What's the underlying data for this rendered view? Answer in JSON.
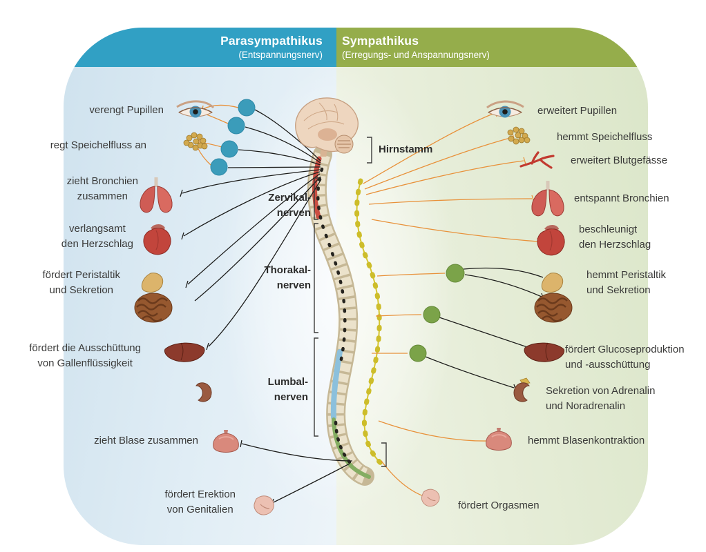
{
  "header": {
    "left": {
      "title": "Parasympathikus",
      "subtitle": "(Entspannungsnerv)"
    },
    "right": {
      "title": "Sympathikus",
      "subtitle": "(Erregungs- und Anspannungsnerv)"
    }
  },
  "left": {
    "items": [
      {
        "label": "verengt Pupillen",
        "icon": "eye-icon"
      },
      {
        "label": "regt Speichelfluss an",
        "icon": "salivary-gland-icon"
      },
      {
        "label": "zieht Bronchien\nzusammen",
        "icon": "lungs-icon"
      },
      {
        "label": "verlangsamt\nden Herzschlag",
        "icon": "heart-icon"
      },
      {
        "label": "fördert Peristaltik\nund Sekretion",
        "icon": "stomach-intestines-icon"
      },
      {
        "label": "fördert die Ausschüttung\nvon Gallenflüssigkeit",
        "icon": "liver-icon"
      },
      {
        "label": "zieht Blase zusammen",
        "icon": "bladder-icon"
      },
      {
        "label": "fördert Erektion\nvon Genitalien",
        "icon": "genitals-icon"
      }
    ]
  },
  "right": {
    "items": [
      {
        "label": "erweitert Pupillen",
        "icon": "eye-icon"
      },
      {
        "label": "hemmt Speichelfluss",
        "icon": "salivary-gland-icon"
      },
      {
        "label": "erweitert Blutgefässe",
        "icon": "blood-vessel-icon"
      },
      {
        "label": "entspannt Bronchien",
        "icon": "lungs-icon"
      },
      {
        "label": "beschleunigt\nden Herzschlag",
        "icon": "heart-icon"
      },
      {
        "label": "hemmt Peristaltik\nund Sekretion",
        "icon": "intestines-icon"
      },
      {
        "label": "fördert Glucoseproduktion\nund -ausschüttung",
        "icon": "liver-icon"
      },
      {
        "label": "Sekretion von Adrenalin\nund Noradrenalin",
        "icon": "adrenal-kidney-icon"
      },
      {
        "label": "hemmt Blasenkontraktion",
        "icon": "bladder-icon"
      },
      {
        "label": "fördert Orgasmen",
        "icon": "genitals-icon"
      }
    ]
  },
  "spine": {
    "items": [
      {
        "label": "Hirnstamm"
      },
      {
        "label": "Zervikal-\nnerven"
      },
      {
        "label": "Thorakal-\nnerven"
      },
      {
        "label": "Lumbal-\nnerven"
      }
    ]
  },
  "colors": {
    "parasympathikus_header": "#31a0c4",
    "sympathikus_header": "#95ad4b",
    "parasympathikus_bg": "#d3e4ef",
    "sympathikus_bg": "#e0e9d0",
    "parasympathetic_ganglion": "#3b9cba",
    "sympathetic_ganglion": "#7ba349",
    "nerve_orange": "#e8913a",
    "nerve_black": "#1d1d1b",
    "sympathetic_chain_yellow": "#cdbd2a",
    "cervical_cord": "#cb4f43",
    "lumbar_cord": "#8cc0dc",
    "sacral_cord": "#84ad62",
    "label_text": "#3a3a39"
  }
}
